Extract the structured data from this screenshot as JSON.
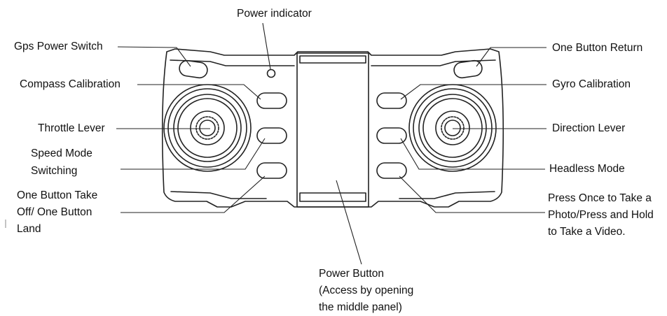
{
  "labels": {
    "power_indicator": "Power indicator",
    "gps_power_switch": "Gps Power Switch",
    "compass_calibration": "Compass Calibration",
    "throttle_lever": "Throttle Lever",
    "speed_mode_line1": "Speed Mode",
    "speed_mode_line2": "Switching",
    "take_off_line1": "One Button Take",
    "take_off_line2": "Off/ One Button",
    "take_off_line3": "Land",
    "one_button_return": "One Button Return",
    "gyro_calibration": "Gyro Calibration",
    "direction_lever": "Direction Lever",
    "headless_mode": "Headless Mode",
    "photo_line1": "Press Once to Take a",
    "photo_line2": "Photo/Press and Hold",
    "photo_line3": "to Take a Video.",
    "power_button_line1": "Power Button",
    "power_button_line2": "(Access by opening",
    "power_button_line3": "the middle panel)"
  },
  "colors": {
    "outline": "#222222",
    "background": "#ffffff"
  }
}
